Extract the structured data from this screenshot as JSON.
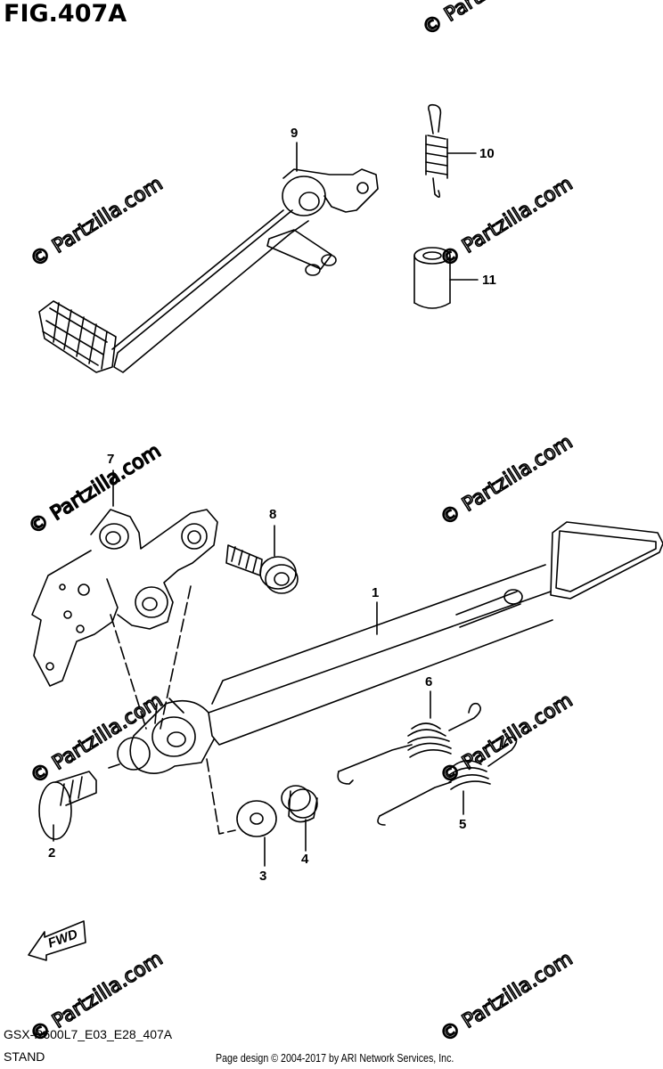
{
  "figure": {
    "title": "FIG.407A",
    "diagram_code": "GSX-R600L7_E03_E28_407A",
    "section_name": "STAND",
    "copyright": "Page design © 2004-2017 by ARI Network Services, Inc."
  },
  "callouts": {
    "c1": "1",
    "c2": "2",
    "c3": "3",
    "c4": "4",
    "c5": "5",
    "c6": "6",
    "c7": "7",
    "c8": "8",
    "c9": "9",
    "c10": "10",
    "c11": "11"
  },
  "watermark": {
    "text": "© Partzilla.com"
  },
  "fwd_label": "FWD"
}
